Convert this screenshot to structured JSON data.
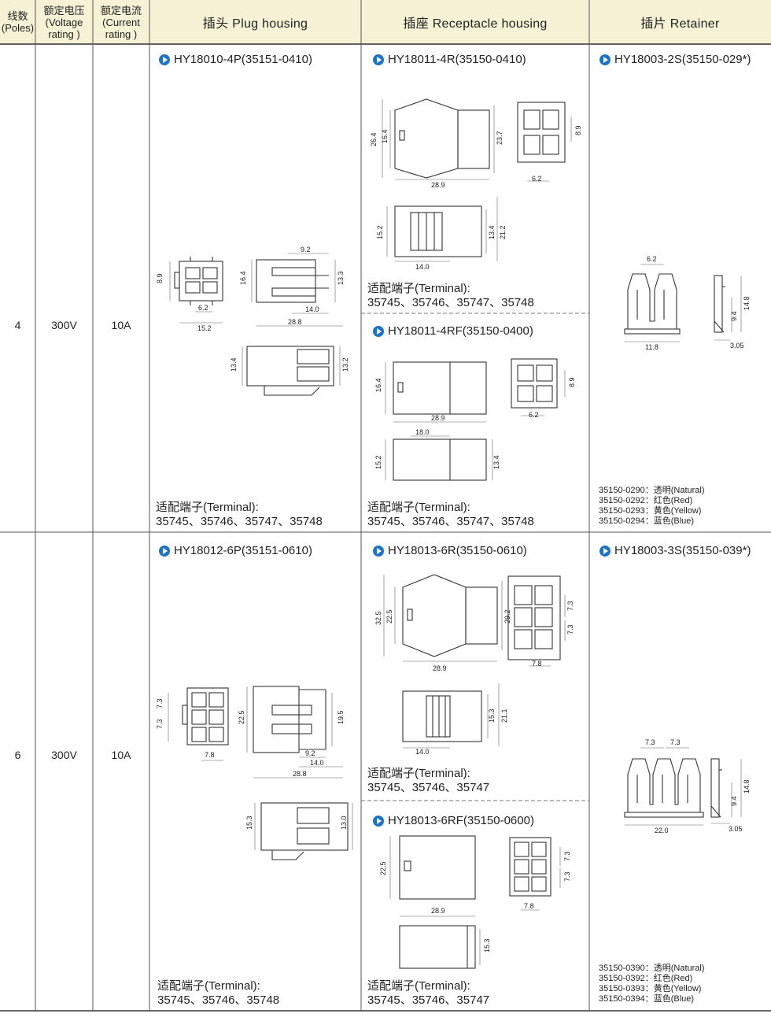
{
  "header": {
    "poles": [
      "线数",
      "(Poles)"
    ],
    "voltage": [
      "额定电压",
      "(Voltage",
      "rating )"
    ],
    "current": [
      "额定电流",
      "(Current",
      "rating )"
    ],
    "plug": "插头  Plug housing",
    "receptacle": "插座  Receptacle housing",
    "retainer": "插片  Retainer"
  },
  "rows": [
    {
      "poles": "4",
      "voltage": "300V",
      "current": "10A",
      "plug": {
        "title": "HY18010-4P(35151-0410)",
        "terminal_label": "适配端子(Terminal):",
        "terminals": "35745、35746、35747、35748",
        "dims": [
          "8.9",
          "6.2",
          "15.2",
          "9.2",
          "16.4",
          "13.3",
          "14.0",
          "28.8",
          "13.4",
          "13.2"
        ]
      },
      "receptacles": [
        {
          "title": "HY18011-4R(35150-0410)",
          "terminal_label": "适配端子(Terminal):",
          "terminals": "35745、35746、35747、35748",
          "dims": [
            "26.4",
            "16.4",
            "23.7",
            "28.9",
            "8.9",
            "6.2",
            "15.2",
            "13.4",
            "21.2",
            "14.0"
          ]
        },
        {
          "title": "HY18011-4RF(35150-0400)",
          "terminal_label": "适配端子(Terminal):",
          "terminals": "35745、35746、35747、35748",
          "dims": [
            "16.4",
            "28.9",
            "8.9",
            "6.2",
            "18.0",
            "15.2",
            "13.4"
          ]
        }
      ],
      "retainer": {
        "title": "HY18003-2S(35150-029*)",
        "dims": [
          "6.2",
          "11.8",
          "14.8",
          "9.4",
          "3.05"
        ],
        "colors": [
          "35150-0290：透明(Natural)",
          "35150-0292：红色(Red)",
          "35150-0293：黄色(Yellow)",
          "35150-0294：蓝色(Blue)"
        ]
      }
    },
    {
      "poles": "6",
      "voltage": "300V",
      "current": "10A",
      "plug": {
        "title": "HY18012-6P(35151-0610)",
        "terminal_label": "适配端子(Terminal):",
        "terminals": "35745、35746、35748",
        "dims": [
          "7.3",
          "7.3",
          "7.8",
          "22.5",
          "19.5",
          "9.2",
          "14.0",
          "28.8",
          "15.3",
          "13.0"
        ]
      },
      "receptacles": [
        {
          "title": "HY18013-6R(35150-0610)",
          "terminal_label": "适配端子(Terminal):",
          "terminals": "35745、35746、35747",
          "dims": [
            "32.5",
            "22.5",
            "29.2",
            "28.9",
            "7.3",
            "7.3",
            "7.8",
            "15.3",
            "21.1",
            "14.0"
          ]
        },
        {
          "title": "HY18013-6RF(35150-0600)",
          "terminal_label": "适配端子(Terminal):",
          "terminals": "35745、35746、35747",
          "dims": [
            "22.5",
            "28.9",
            "7.3",
            "7.3",
            "7.8",
            "15.3"
          ]
        }
      ],
      "retainer": {
        "title": "HY18003-3S(35150-039*)",
        "dims": [
          "7.3",
          "7.3",
          "22.0",
          "14.8",
          "9.4",
          "3.05"
        ],
        "colors": [
          "35150-0390：透明(Natural)",
          "35150-0392：红色(Red)",
          "35150-0393：黄色(Yellow)",
          "35150-0394：蓝色(Blue)"
        ]
      }
    }
  ]
}
